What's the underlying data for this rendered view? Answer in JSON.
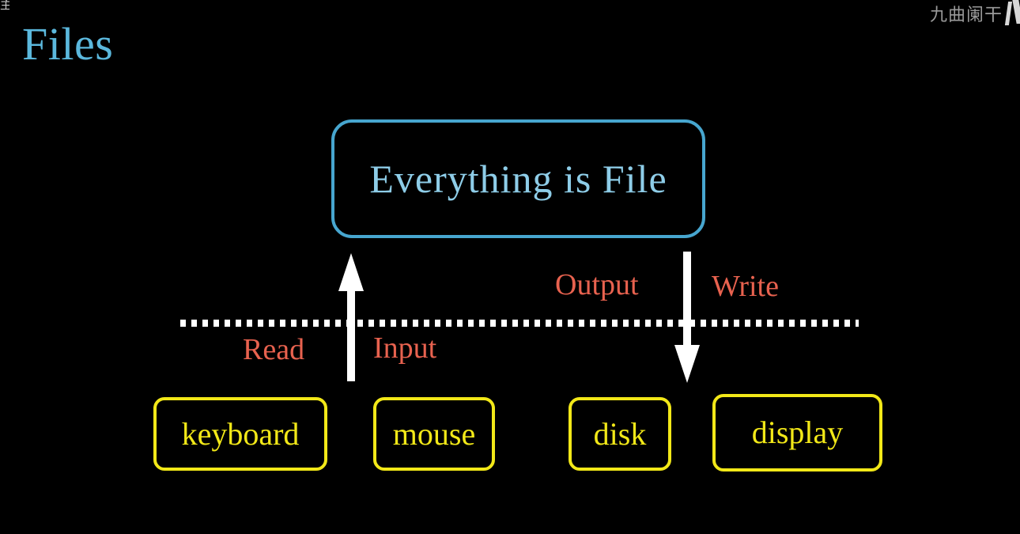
{
  "slide": {
    "background_color": "#000000",
    "title": "Files",
    "title_color": "#5bb8dd"
  },
  "overlay": {
    "corner_glyph": "主",
    "watermark_text": "九曲阑干",
    "watermark_color": "#9a9a9a",
    "watermark_mark_name": "partial-logo-mark"
  },
  "concept": {
    "label": "Everything is File",
    "border_color": "#47a6cf",
    "text_color": "#8ecde8"
  },
  "boundary": {
    "name": "kernel-user-boundary",
    "style": "dotted",
    "color": "#ffffff"
  },
  "flows": [
    {
      "id": "output",
      "label": "Output",
      "color": "#e8624f"
    },
    {
      "id": "write",
      "label": "Write",
      "color": "#e8624f"
    },
    {
      "id": "read",
      "label": "Read",
      "color": "#e8624f"
    },
    {
      "id": "input",
      "label": "Input",
      "color": "#e8624f"
    }
  ],
  "arrows": [
    {
      "id": "arrow-up",
      "direction": "up",
      "color": "#ffffff"
    },
    {
      "id": "arrow-down",
      "direction": "down",
      "color": "#ffffff"
    }
  ],
  "devices": [
    {
      "id": "keyboard",
      "label": "keyboard",
      "color": "#f2e818"
    },
    {
      "id": "mouse",
      "label": "mouse",
      "color": "#f2e818"
    },
    {
      "id": "disk",
      "label": "disk",
      "color": "#f2e818"
    },
    {
      "id": "display",
      "label": "display",
      "color": "#f2e818"
    }
  ]
}
